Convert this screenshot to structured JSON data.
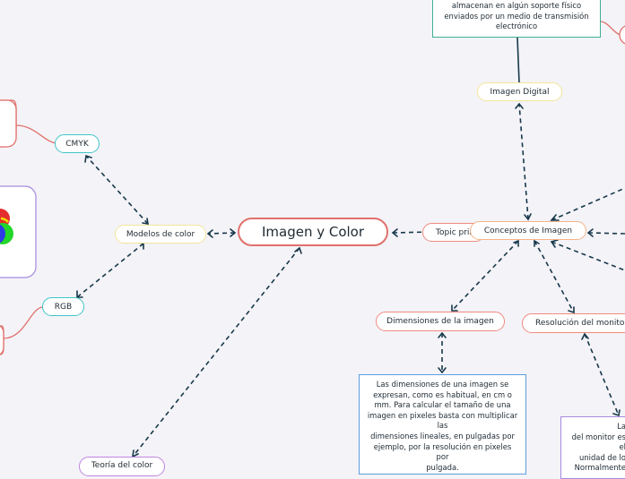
{
  "main_topic": "Imagen y Color",
  "nodes": {
    "imagen_digital": "Imagen Digital",
    "conceptos": "Conceptos de Imagen",
    "topic_hidden": "Topic prin",
    "modelos": "Modelos de color",
    "cmyk": "CMYK",
    "rgb": "RGB",
    "dimensiones": "Dimensiones de la imagen",
    "resolucion": "Resolución del monitor",
    "teoria": "Teoría del color"
  },
  "texts": {
    "digital_desc": [
      "almacenan en algún soporte físico",
      "enviados por un medio de transmisión",
      "electrónico"
    ],
    "dimensiones_desc": [
      "Las dimensiones de una imagen se",
      "expresan, como es habitual, en cm o",
      "mm. Para calcular el tamaño de una",
      "imagen en pixeles basta con multiplicar",
      "las",
      "dimensiones lineales, en pulgadas por",
      "ejemplo, por la resolución en pixeles",
      "por",
      "pulgada."
    ],
    "resolucion_desc": [
      "La",
      "del monitor es el",
      "unidad de lo",
      "Normalmente",
      ""
    ]
  },
  "colors": {
    "main_border": "#e0706c",
    "connector": "#16384a",
    "cmyk_border": "#3fc5c9",
    "rgb_border": "#3fc5c9",
    "modelos_border": "#f2e69a",
    "digital_border": "#f2e69a",
    "conceptos_border": "#f5b48a",
    "dimensiones_border": "#f08a80",
    "resolucion_border": "#f08a80",
    "teoria_border": "#c084e0",
    "teal_box_border": "#3fae94",
    "blue_box_border": "#5b9ee0",
    "purple_box_border": "#a58ae0"
  }
}
